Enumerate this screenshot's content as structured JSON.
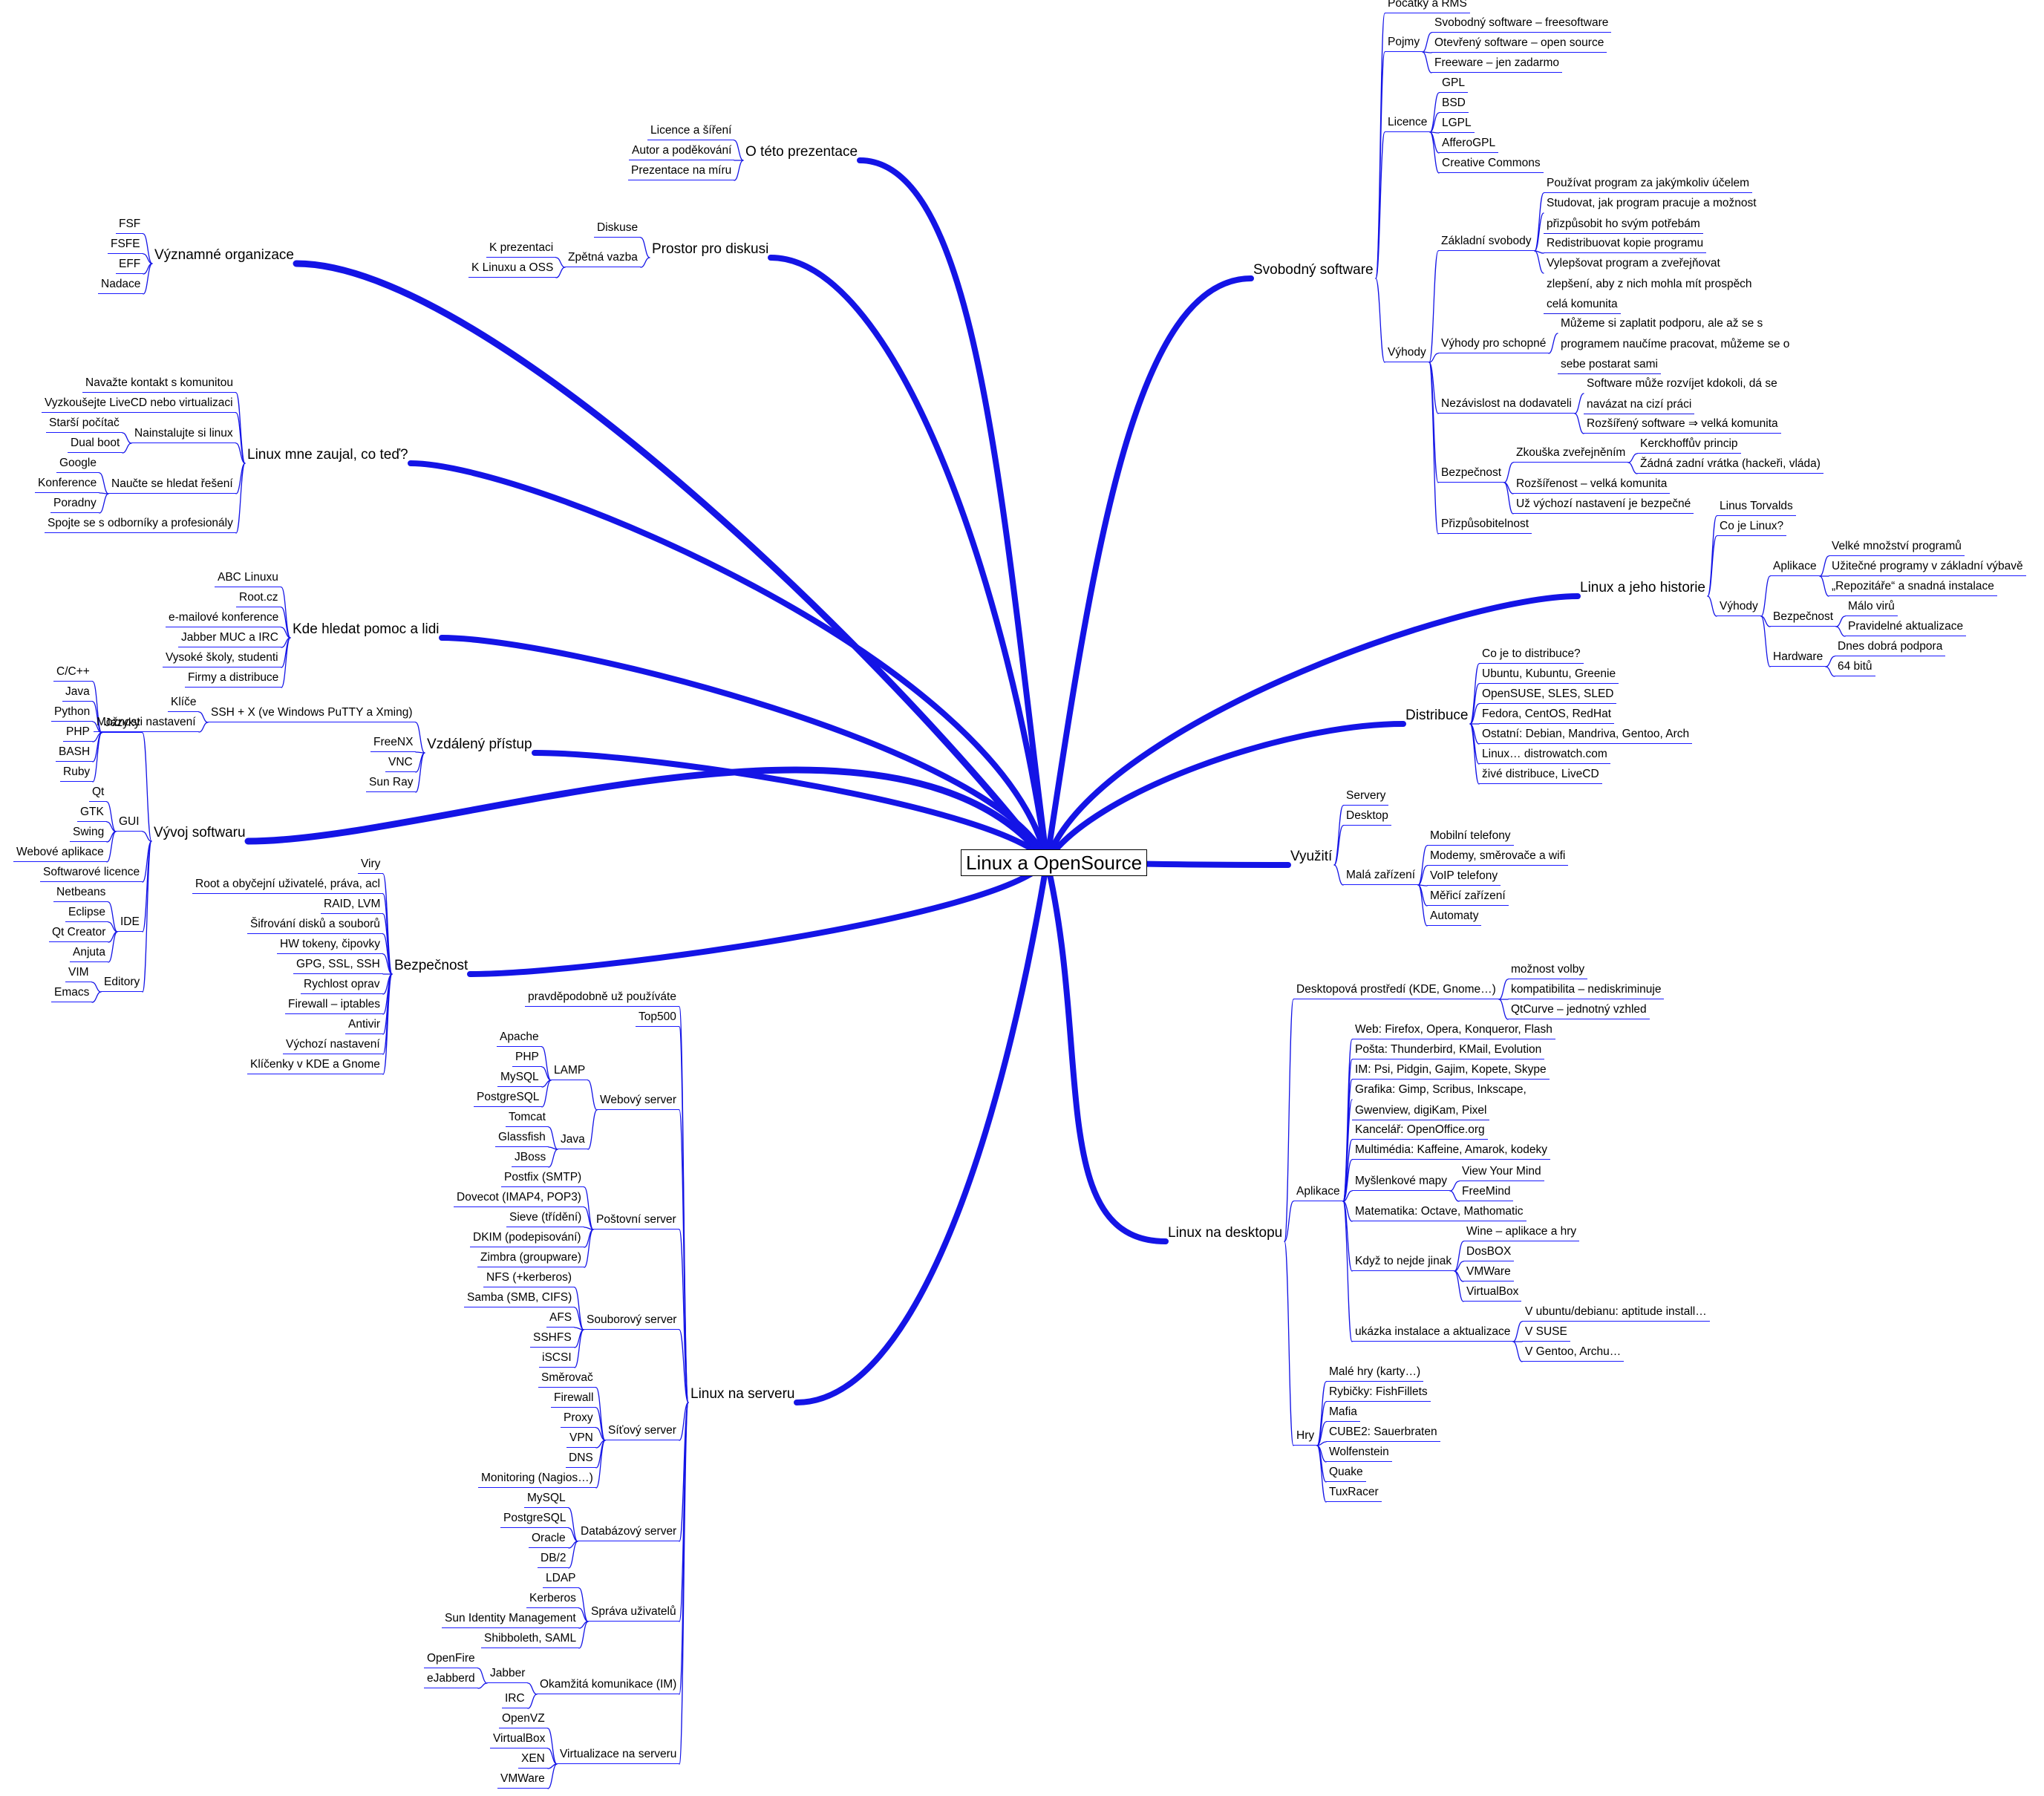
{
  "root": "Linux a OpenSource",
  "colors": {
    "line": "#1414e6",
    "text": "#000000"
  },
  "branches": {
    "svobodny": {
      "label": "Svobodný software",
      "children": [
        {
          "label": "Počátky a RMS"
        },
        {
          "label": "Pojmy",
          "children": [
            {
              "label": "Svobodný software – freesoftware"
            },
            {
              "label": "Otevřený software – open source"
            },
            {
              "label": "Freeware – jen zadarmo"
            }
          ]
        },
        {
          "label": "Licence",
          "children": [
            {
              "label": "GPL"
            },
            {
              "label": "BSD"
            },
            {
              "label": "LGPL"
            },
            {
              "label": "AfferoGPL"
            },
            {
              "label": "Creative Commons"
            }
          ]
        },
        {
          "label": "Výhody",
          "children": [
            {
              "label": "Základní svobody",
              "children": [
                {
                  "label": "Používat program za jakýmkoliv účelem"
                },
                {
                  "label": "Studovat, jak program pracuje a možnost",
                  "cont": "přizpůsobit ho svým potřebám"
                },
                {
                  "label": "Redistribuovat kopie programu"
                },
                {
                  "label": "Vylepšovat program a zveřejňovat",
                  "cont": "zlepšení, aby z nich mohla mít prospěch",
                  "cont2": "celá komunita"
                }
              ]
            },
            {
              "label": "Výhody pro schopné",
              "children": [
                {
                  "label": "Můžeme si zaplatit podporu, ale až se s",
                  "cont": "programem naučíme pracovat, můžeme se o",
                  "cont2": "sebe postarat sami"
                }
              ]
            },
            {
              "label": "Nezávislost na dodavateli",
              "children": [
                {
                  "label": "Software může rozvíjet kdokoli, dá se",
                  "cont": "navázat na cizí práci"
                },
                {
                  "label": "Rozšířený software ⇒ velká komunita"
                }
              ]
            },
            {
              "label": "Bezpečnost",
              "children": [
                {
                  "label": "Zkouška zveřejněním",
                  "children": [
                    {
                      "label": "Kerckhoffův princip"
                    },
                    {
                      "label": "Žádná zadní vrátka (hackeři, vláda)"
                    }
                  ]
                },
                {
                  "label": "Rozšířenost – velká komunita"
                },
                {
                  "label": "Už výchozí nastavení je bezpečné"
                }
              ]
            },
            {
              "label": "Přizpůsobitelnost"
            }
          ]
        }
      ]
    },
    "historie": {
      "label": "Linux a jeho historie",
      "children": [
        {
          "label": "Linus Torvalds"
        },
        {
          "label": "Co je Linux?"
        },
        {
          "label": "Výhody",
          "children": [
            {
              "label": "Aplikace",
              "children": [
                {
                  "label": "Velké množství programů"
                },
                {
                  "label": "Užitečné programy v základní výbavě"
                },
                {
                  "label": "„Repozitáře“ a snadná instalace"
                }
              ]
            },
            {
              "label": "Bezpečnost",
              "children": [
                {
                  "label": "Málo virů"
                },
                {
                  "label": "Pravidelné aktualizace"
                }
              ]
            },
            {
              "label": "Hardware",
              "children": [
                {
                  "label": "Dnes dobrá podpora"
                },
                {
                  "label": "64 bitů"
                }
              ]
            }
          ]
        }
      ]
    },
    "distribuce": {
      "label": "Distribuce",
      "children": [
        {
          "label": "Co je to distribuce?"
        },
        {
          "label": "Ubuntu, Kubuntu, Greenie"
        },
        {
          "label": "OpenSUSE, SLES, SLED"
        },
        {
          "label": "Fedora, CentOS, RedHat"
        },
        {
          "label": "Ostatní: Debian, Mandriva, Gentoo, Arch"
        },
        {
          "label": "Linux… distrowatch.com"
        },
        {
          "label": "živé distribuce, LiveCD"
        }
      ]
    },
    "vyuziti": {
      "label": "Využití",
      "children": [
        {
          "label": "Servery"
        },
        {
          "label": "Desktop"
        },
        {
          "label": "Malá zařízení",
          "children": [
            {
              "label": "Mobilní telefony"
            },
            {
              "label": "Modemy, směrovače a wifi"
            },
            {
              "label": "VoIP telefony"
            },
            {
              "label": "Měřicí zařízení"
            },
            {
              "label": "Automaty"
            }
          ]
        }
      ]
    },
    "desktop": {
      "label": "Linux na desktopu",
      "children": [
        {
          "label": "Desktopová prostředí (KDE, Gnome…)",
          "children": [
            {
              "label": "možnost volby"
            },
            {
              "label": "kompatibilita – nediskriminuje"
            },
            {
              "label": "QtCurve – jednotný vzhled"
            }
          ]
        },
        {
          "label": "Aplikace",
          "children": [
            {
              "label": "Web: Firefox, Opera, Konqueror, Flash"
            },
            {
              "label": "Pošta: Thunderbird, KMail, Evolution"
            },
            {
              "label": "IM: Psi, Pidgin, Gajim, Kopete, Skype"
            },
            {
              "label": "Grafika: Gimp, Scribus, Inkscape,",
              "cont": "Gwenview, digiKam, Pixel"
            },
            {
              "label": "Kancelář: OpenOffice.org"
            },
            {
              "label": "Multimédia: Kaffeine, Amarok, kodeky"
            },
            {
              "label": "Myšlenkové mapy",
              "children": [
                {
                  "label": "View Your Mind"
                },
                {
                  "label": "FreeMind"
                }
              ]
            },
            {
              "label": "Matematika: Octave, Mathomatic"
            },
            {
              "label": "Když to nejde jinak",
              "children": [
                {
                  "label": "Wine – aplikace a hry"
                },
                {
                  "label": "DosBOX"
                },
                {
                  "label": "VMWare"
                },
                {
                  "label": "VirtualBox"
                }
              ]
            },
            {
              "label": "ukázka instalace a aktualizace",
              "children": [
                {
                  "label": "V ubuntu/debianu: aptitude install…"
                },
                {
                  "label": "V SUSE"
                },
                {
                  "label": "V Gentoo, Archu…"
                }
              ]
            }
          ]
        },
        {
          "label": "Hry",
          "children": [
            {
              "label": "Malé hry (karty…)"
            },
            {
              "label": "Rybičky: FishFillets"
            },
            {
              "label": "Mafia"
            },
            {
              "label": "CUBE2: Sauerbraten"
            },
            {
              "label": "Wolfenstein"
            },
            {
              "label": "Quake"
            },
            {
              "label": "TuxRacer"
            }
          ]
        }
      ]
    },
    "server": {
      "label": "Linux na serveru",
      "children": [
        {
          "label": "pravděpodobně už používáte"
        },
        {
          "label": "Top500"
        },
        {
          "label": "Webový server",
          "children": [
            {
              "label": "LAMP",
              "children": [
                {
                  "label": "Apache"
                },
                {
                  "label": "PHP"
                },
                {
                  "label": "MySQL"
                },
                {
                  "label": "PostgreSQL"
                }
              ]
            },
            {
              "label": "Java",
              "children": [
                {
                  "label": "Tomcat"
                },
                {
                  "label": "Glassfish"
                },
                {
                  "label": "JBoss"
                }
              ]
            }
          ]
        },
        {
          "label": "Poštovní server",
          "children": [
            {
              "label": "Postfix (SMTP)"
            },
            {
              "label": "Dovecot (IMAP4, POP3)"
            },
            {
              "label": "Sieve (třídění)"
            },
            {
              "label": "DKIM (podepisování)"
            },
            {
              "label": "Zimbra (groupware)"
            }
          ]
        },
        {
          "label": "Souborový server",
          "children": [
            {
              "label": "NFS (+kerberos)"
            },
            {
              "label": "Samba (SMB, CIFS)"
            },
            {
              "label": "AFS"
            },
            {
              "label": "SSHFS"
            },
            {
              "label": "iSCSI"
            }
          ]
        },
        {
          "label": "Síťový server",
          "children": [
            {
              "label": "Směrovač"
            },
            {
              "label": "Firewall"
            },
            {
              "label": "Proxy"
            },
            {
              "label": "VPN"
            },
            {
              "label": "DNS"
            },
            {
              "label": "Monitoring (Nagios…)"
            }
          ]
        },
        {
          "label": "Databázový server",
          "children": [
            {
              "label": "MySQL"
            },
            {
              "label": "PostgreSQL"
            },
            {
              "label": "Oracle"
            },
            {
              "label": "DB/2"
            }
          ]
        },
        {
          "label": "Správa uživatelů",
          "children": [
            {
              "label": "LDAP"
            },
            {
              "label": "Kerberos"
            },
            {
              "label": "Sun Identity Management"
            },
            {
              "label": "Shibboleth, SAML"
            }
          ]
        },
        {
          "label": "Okamžitá komunikace (IM)",
          "children": [
            {
              "label": "Jabber",
              "children": [
                {
                  "label": "OpenFire"
                },
                {
                  "label": "eJabberd"
                }
              ]
            },
            {
              "label": "IRC"
            }
          ]
        },
        {
          "label": "Virtualizace na serveru",
          "children": [
            {
              "label": "OpenVZ"
            },
            {
              "label": "VirtualBox"
            },
            {
              "label": "XEN"
            },
            {
              "label": "VMWare"
            }
          ]
        }
      ]
    },
    "prezentace": {
      "label": "O této prezentace",
      "children": [
        {
          "label": "Licence a šíření"
        },
        {
          "label": "Autor a poděkování"
        },
        {
          "label": "Prezentace na míru"
        }
      ]
    },
    "prostor": {
      "label": "Prostor pro diskusi",
      "children": [
        {
          "label": "Diskuse"
        },
        {
          "label": "Zpětná vazba",
          "children": [
            {
              "label": "K prezentaci"
            },
            {
              "label": "K Linuxu a OSS"
            }
          ]
        }
      ]
    },
    "organizace": {
      "label": "Významné organizace",
      "children": [
        {
          "label": "FSF"
        },
        {
          "label": "FSFE"
        },
        {
          "label": "EFF"
        },
        {
          "label": "Nadace"
        }
      ]
    },
    "zaujal": {
      "label": "Linux mne zaujal, co teď?",
      "children": [
        {
          "label": "Navažte kontakt s komunitou"
        },
        {
          "label": "Vyzkoušejte LiveCD nebo virtualizaci"
        },
        {
          "label": "Nainstalujte si linux",
          "children": [
            {
              "label": "Starší počítač"
            },
            {
              "label": "Dual boot"
            }
          ]
        },
        {
          "label": "Naučte se hledat řešení",
          "children": [
            {
              "label": "Google"
            },
            {
              "label": "Konference"
            },
            {
              "label": "Poradny"
            }
          ]
        },
        {
          "label": "Spojte se s odborníky a profesionály"
        }
      ]
    },
    "pomoc": {
      "label": "Kde hledat pomoc a lidi",
      "children": [
        {
          "label": "ABC Linuxu"
        },
        {
          "label": "Root.cz"
        },
        {
          "label": "e-mailové konference"
        },
        {
          "label": "Jabber MUC a IRC"
        },
        {
          "label": "Vysoké školy, studenti"
        },
        {
          "label": "Firmy a distribuce"
        }
      ]
    },
    "vzdaleny": {
      "label": "Vzdálený přístup",
      "children": [
        {
          "label": "SSH + X (ve Windows PuTTY a Xming)",
          "children": [
            {
              "label": "Klíče"
            },
            {
              "label": "Možnosti nastavení"
            }
          ]
        },
        {
          "label": "FreeNX"
        },
        {
          "label": "VNC"
        },
        {
          "label": "Sun Ray"
        }
      ]
    },
    "vyvoj": {
      "label": "Vývoj softwaru",
      "children": [
        {
          "label": "Jazyky",
          "children": [
            {
              "label": "C/C++"
            },
            {
              "label": "Java"
            },
            {
              "label": "Python"
            },
            {
              "label": "PHP"
            },
            {
              "label": "BASH"
            },
            {
              "label": "Ruby"
            }
          ]
        },
        {
          "label": "GUI",
          "children": [
            {
              "label": "Qt"
            },
            {
              "label": "GTK"
            },
            {
              "label": "Swing"
            },
            {
              "label": "Webové aplikace"
            }
          ]
        },
        {
          "label": "Softwarové licence"
        },
        {
          "label": "IDE",
          "children": [
            {
              "label": "Netbeans"
            },
            {
              "label": "Eclipse"
            },
            {
              "label": "Qt Creator"
            },
            {
              "label": "Anjuta"
            }
          ]
        },
        {
          "label": "Editory",
          "children": [
            {
              "label": "VIM"
            },
            {
              "label": "Emacs"
            }
          ]
        }
      ]
    },
    "bezpecnost": {
      "label": "Bezpečnost",
      "children": [
        {
          "label": "Viry"
        },
        {
          "label": "Root a obyčejní uživatelé, práva, acl"
        },
        {
          "label": "RAID, LVM"
        },
        {
          "label": "Šifrování disků a souborů"
        },
        {
          "label": "HW tokeny, čipovky"
        },
        {
          "label": "GPG, SSL, SSH"
        },
        {
          "label": "Rychlost oprav"
        },
        {
          "label": "Firewall – iptables"
        },
        {
          "label": "Antivir"
        },
        {
          "label": "Výchozí nastavení"
        },
        {
          "label": "Klíčenky v KDE a Gnome"
        }
      ]
    }
  }
}
